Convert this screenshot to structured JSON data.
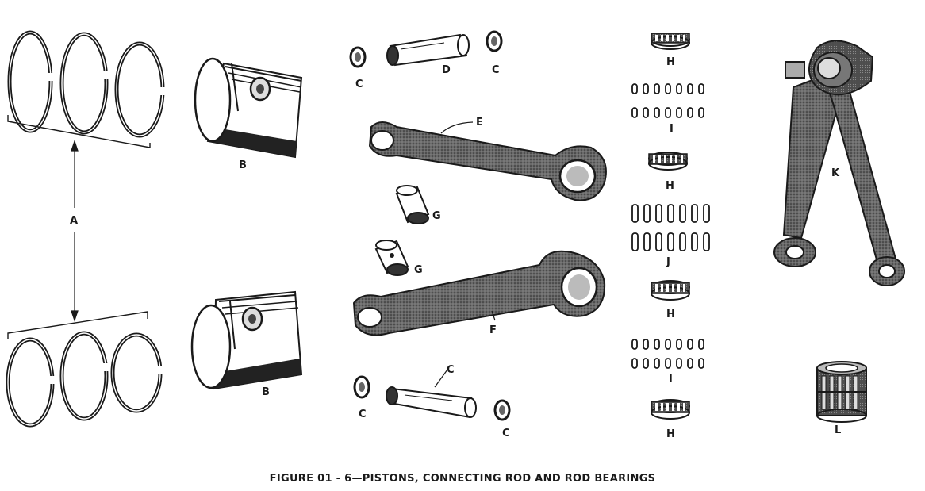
{
  "caption": "FIGURE 01 - 6—PISTONS, CONNECTING ROD AND ROD BEARINGS",
  "labels": {
    "A": "A",
    "B": "B",
    "C": "C",
    "D": "D",
    "E": "E",
    "F": "F",
    "G": "G",
    "H": "H",
    "I": "I",
    "J": "J",
    "K": "K",
    "L": "L"
  },
  "colors": {
    "ink": "#1a1a1a",
    "paper": "#ffffff",
    "shade": "#5a5a5a"
  }
}
